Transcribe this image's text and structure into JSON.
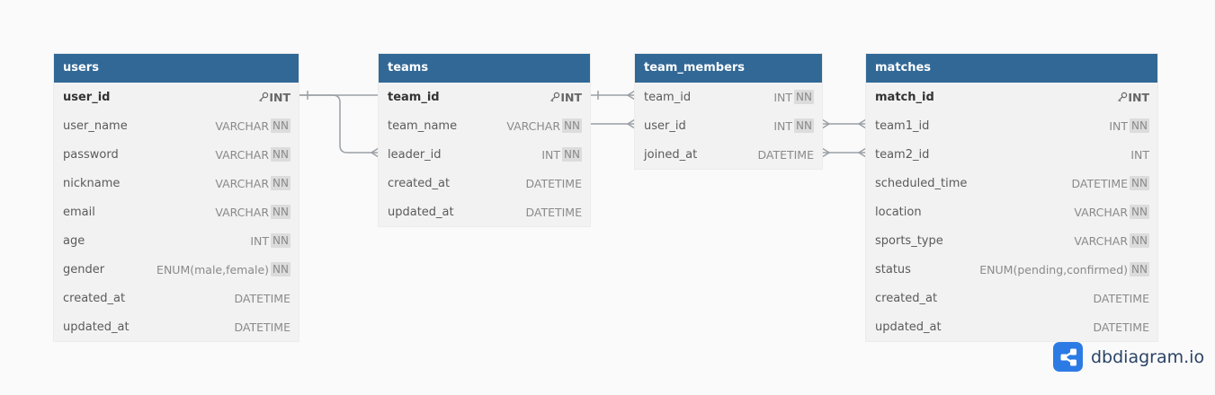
{
  "tables": {
    "users": {
      "name": "users",
      "fields": [
        {
          "name": "user_id",
          "type": "INT",
          "pk": true,
          "nn": false
        },
        {
          "name": "user_name",
          "type": "VARCHAR",
          "pk": false,
          "nn": true
        },
        {
          "name": "password",
          "type": "VARCHAR",
          "pk": false,
          "nn": true
        },
        {
          "name": "nickname",
          "type": "VARCHAR",
          "pk": false,
          "nn": true
        },
        {
          "name": "email",
          "type": "VARCHAR",
          "pk": false,
          "nn": true
        },
        {
          "name": "age",
          "type": "INT",
          "pk": false,
          "nn": true
        },
        {
          "name": "gender",
          "type": "ENUM(male,female)",
          "pk": false,
          "nn": true
        },
        {
          "name": "created_at",
          "type": "DATETIME",
          "pk": false,
          "nn": false
        },
        {
          "name": "updated_at",
          "type": "DATETIME",
          "pk": false,
          "nn": false
        }
      ]
    },
    "teams": {
      "name": "teams",
      "fields": [
        {
          "name": "team_id",
          "type": "INT",
          "pk": true,
          "nn": false
        },
        {
          "name": "team_name",
          "type": "VARCHAR",
          "pk": false,
          "nn": true
        },
        {
          "name": "leader_id",
          "type": "INT",
          "pk": false,
          "nn": true
        },
        {
          "name": "created_at",
          "type": "DATETIME",
          "pk": false,
          "nn": false
        },
        {
          "name": "updated_at",
          "type": "DATETIME",
          "pk": false,
          "nn": false
        }
      ]
    },
    "team_members": {
      "name": "team_members",
      "fields": [
        {
          "name": "team_id",
          "type": "INT",
          "pk": false,
          "nn": true
        },
        {
          "name": "user_id",
          "type": "INT",
          "pk": false,
          "nn": true
        },
        {
          "name": "joined_at",
          "type": "DATETIME",
          "pk": false,
          "nn": false
        }
      ]
    },
    "matches": {
      "name": "matches",
      "fields": [
        {
          "name": "match_id",
          "type": "INT",
          "pk": true,
          "nn": false
        },
        {
          "name": "team1_id",
          "type": "INT",
          "pk": false,
          "nn": true
        },
        {
          "name": "team2_id",
          "type": "INT",
          "pk": false,
          "nn": false
        },
        {
          "name": "scheduled_time",
          "type": "DATETIME",
          "pk": false,
          "nn": true
        },
        {
          "name": "location",
          "type": "VARCHAR",
          "pk": false,
          "nn": true
        },
        {
          "name": "sports_type",
          "type": "VARCHAR",
          "pk": false,
          "nn": true
        },
        {
          "name": "status",
          "type": "ENUM(pending,confirmed)",
          "pk": false,
          "nn": true
        },
        {
          "name": "created_at",
          "type": "DATETIME",
          "pk": false,
          "nn": false
        },
        {
          "name": "updated_at",
          "type": "DATETIME",
          "pk": false,
          "nn": false
        }
      ]
    }
  },
  "nn_label": "NN",
  "relationships": [
    {
      "from": "users.user_id",
      "to": "teams.leader_id",
      "type": "one-to-many"
    },
    {
      "from": "teams.team_id",
      "to": "team_members.team_id",
      "type": "one-to-many"
    },
    {
      "from": "teams.team_name",
      "to": "team_members.user_id",
      "type": "many-to-many"
    },
    {
      "from": "team_members.user_id",
      "to": "matches.team1_id",
      "type": "many-to-many"
    },
    {
      "from": "team_members.joined_at",
      "to": "matches.team2_id",
      "type": "many-to-many"
    }
  ],
  "brand": {
    "logo_text": "dbdiagram.io",
    "icon": "share-nodes-icon"
  },
  "colors": {
    "header": "#316896",
    "brand": "#2c7be5",
    "connector": "#9aa0a6"
  }
}
